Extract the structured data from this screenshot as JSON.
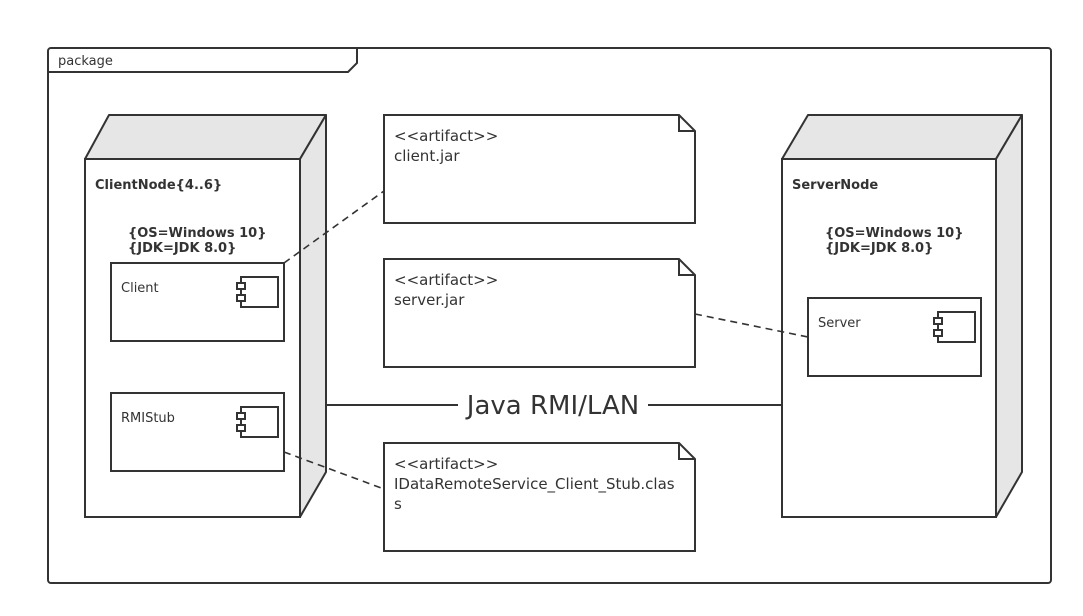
{
  "package": {
    "label": "package"
  },
  "nodes": {
    "client": {
      "name": "ClientNode{4..6}",
      "props": [
        "{OS=Windows 10}",
        "{JDK=JDK 8.0}"
      ],
      "components": [
        "Client",
        "RMIStub"
      ]
    },
    "server": {
      "name": "ServerNode",
      "props": [
        "{OS=Windows 10}",
        "{JDK=JDK 8.0}"
      ],
      "components": [
        "Server"
      ]
    }
  },
  "artifacts": [
    {
      "stereotype": "<<artifact>>",
      "name_lines": [
        "client.jar"
      ]
    },
    {
      "stereotype": "<<artifact>>",
      "name_lines": [
        "server.jar"
      ]
    },
    {
      "stereotype": "<<artifact>>",
      "name_lines": [
        "IDataRemoteService_Client_Stub.clas",
        "s"
      ]
    }
  ],
  "connection": {
    "label": "Java RMI/LAN"
  }
}
